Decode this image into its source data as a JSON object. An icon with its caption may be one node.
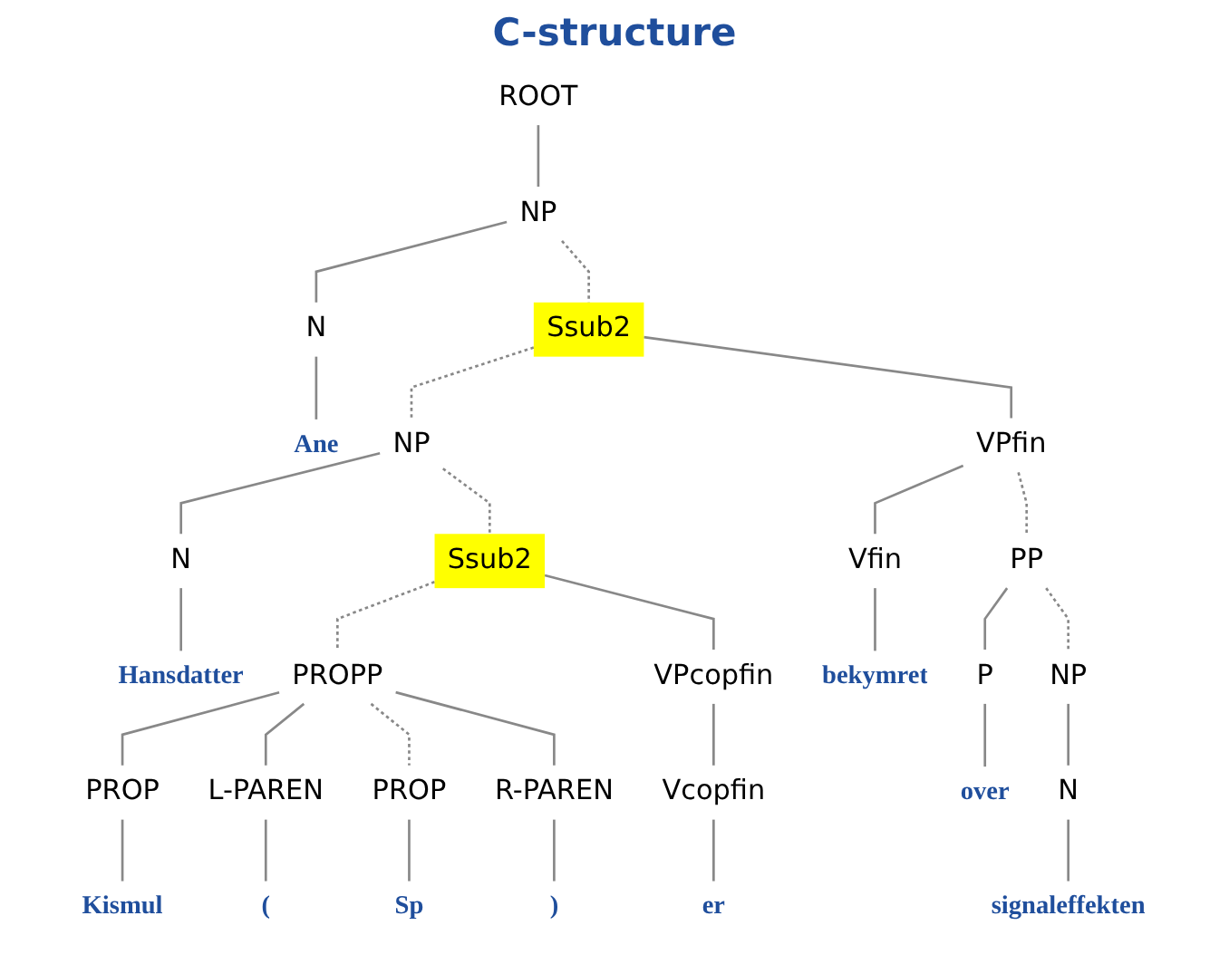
{
  "diagram": {
    "title": "C-structure",
    "nodes": [
      {
        "text": [
          "ROOT"
        ]
      },
      {
        "text": [
          "NP"
        ]
      },
      {
        "text": [
          "N"
        ]
      },
      {
        "text": [
          "Ssub2"
        ]
      },
      {
        "text": [
          "Ane"
        ]
      },
      {
        "text": [
          "NP"
        ]
      },
      {
        "text": [
          "VPfin"
        ]
      },
      {
        "text": [
          "N"
        ]
      },
      {
        "text": [
          "Ssub2"
        ]
      },
      {
        "text": [
          "Vfin"
        ]
      },
      {
        "text": [
          "PP"
        ]
      },
      {
        "text": [
          "Hansdatter"
        ]
      },
      {
        "text": [
          "PROPP"
        ]
      },
      {
        "text": [
          "VPcopfin"
        ]
      },
      {
        "text": [
          "bekymret"
        ]
      },
      {
        "text": [
          "P"
        ]
      },
      {
        "text": [
          "NP"
        ]
      },
      {
        "text": [
          "PROP"
        ]
      },
      {
        "text": [
          "L-PAREN"
        ]
      },
      {
        "text": [
          "PROP"
        ]
      },
      {
        "text": [
          "R-PAREN"
        ]
      },
      {
        "text": [
          "Vcopfin"
        ]
      },
      {
        "text": [
          "over"
        ]
      },
      {
        "text": [
          "N"
        ]
      },
      {
        "text": [
          "Kismul"
        ]
      },
      {
        "text": [
          "("
        ]
      },
      {
        "text": [
          "Sp"
        ]
      },
      {
        "text": [
          ")"
        ]
      },
      {
        "text": [
          "er"
        ]
      },
      {
        "text": [
          "signaleffekten"
        ]
      }
    ],
    "edges": [
      {
        "from": 0,
        "to": 1,
        "arrow": "none"
      },
      {
        "from": 1,
        "to": 2,
        "arrow": "none"
      },
      {
        "from": 1,
        "to": 3,
        "arrow": "none",
        "style": "dashed"
      },
      {
        "from": 2,
        "to": 4,
        "arrow": "none"
      },
      {
        "from": 3,
        "to": 5,
        "arrow": "none",
        "style": "dashed"
      },
      {
        "from": 3,
        "to": 6,
        "arrow": "none"
      },
      {
        "from": 5,
        "to": 7,
        "arrow": "none"
      },
      {
        "from": 5,
        "to": 8,
        "arrow": "none",
        "style": "dashed"
      },
      {
        "from": 6,
        "to": 9,
        "arrow": "none"
      },
      {
        "from": 6,
        "to": 10,
        "arrow": "none",
        "style": "dashed"
      },
      {
        "from": 7,
        "to": 11,
        "arrow": "none"
      },
      {
        "from": 8,
        "to": 12,
        "arrow": "none",
        "style": "dashed"
      },
      {
        "from": 8,
        "to": 13,
        "arrow": "none"
      },
      {
        "from": 9,
        "to": 14,
        "arrow": "none"
      },
      {
        "from": 10,
        "to": 15,
        "arrow": "none"
      },
      {
        "from": 10,
        "to": 16,
        "arrow": "none",
        "style": "dashed"
      },
      {
        "from": 12,
        "to": 17,
        "arrow": "none"
      },
      {
        "from": 12,
        "to": 18,
        "arrow": "none"
      },
      {
        "from": 12,
        "to": 19,
        "arrow": "none",
        "style": "dashed"
      },
      {
        "from": 12,
        "to": 20,
        "arrow": "none"
      },
      {
        "from": 13,
        "to": 21,
        "arrow": "none"
      },
      {
        "from": 15,
        "to": 22,
        "arrow": "none"
      },
      {
        "from": 16,
        "to": 23,
        "arrow": "none"
      },
      {
        "from": 17,
        "to": 24,
        "arrow": "none"
      },
      {
        "from": 18,
        "to": 25,
        "arrow": "none"
      },
      {
        "from": 19,
        "to": 26,
        "arrow": "none"
      },
      {
        "from": 20,
        "to": 27,
        "arrow": "none"
      },
      {
        "from": 21,
        "to": 28,
        "arrow": "none"
      },
      {
        "from": 23,
        "to": 29,
        "arrow": "none"
      }
    ]
  }
}
